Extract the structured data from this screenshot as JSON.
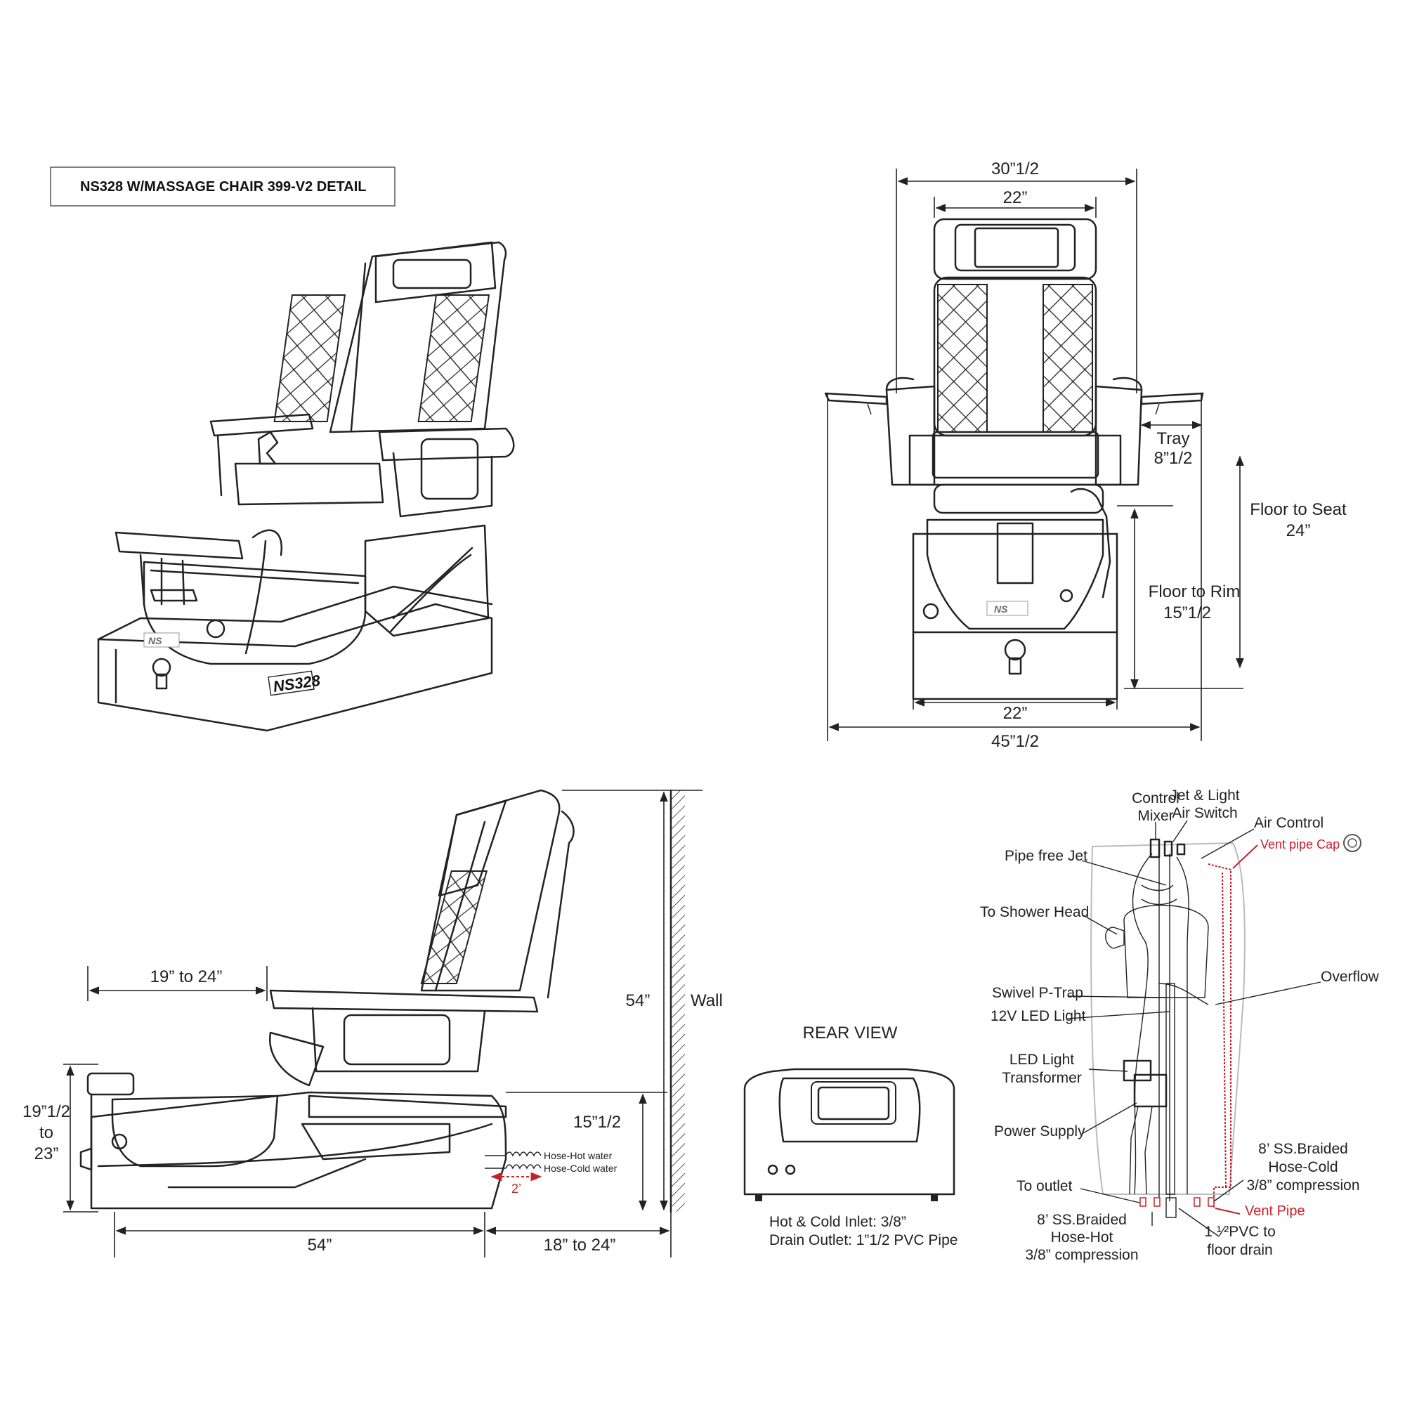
{
  "title": "NS328  W/MASSAGE CHAIR 399-V2 DETAIL",
  "iso_view": {
    "model_plate": "NS328",
    "logo": "NS"
  },
  "front_view": {
    "logo": "NS",
    "dims": {
      "overall_top_width": "30”1/2",
      "seat_back_width": "22”",
      "tray_label": "Tray",
      "tray_value": "8”1/2",
      "floor_to_seat_label": "Floor to Seat",
      "floor_to_seat_value": "24”",
      "floor_to_rim_label": "Floor to Rim",
      "floor_to_rim_value": "15”1/2",
      "base_width": "22”",
      "overall_width": "45”1/2"
    }
  },
  "side_view": {
    "dims": {
      "footrest_reach": "19” to 24”",
      "height": "54”",
      "wall": "Wall",
      "rim_height": "15”1/2",
      "footrest_height_a": "19”1/2",
      "footrest_height_b": "to",
      "footrest_height_c": "23”",
      "length": "54”",
      "wall_clearance": "18” to 24”",
      "hose_hot": "Hose-Hot water",
      "hose_cold": "Hose-Cold water",
      "hose_length": "2’"
    }
  },
  "rear_view": {
    "title": "REAR VIEW",
    "note_1": "Hot & Cold Inlet: 3/8”",
    "note_2": "Drain Outlet: 1”1/2 PVC Pipe"
  },
  "plumbing": {
    "labels": {
      "control_mixer_1": "Control",
      "control_mixer_2": "Mixer",
      "jet_switch_1": "Jet & Light",
      "jet_switch_2": "Air Switch",
      "air_control": "Air Control",
      "vent_pipe_cap": "Vent pipe Cap",
      "pipe_free_jet": "Pipe free Jet",
      "shower_head": "To Shower Head",
      "overflow": "Overflow",
      "p_trap": "Swivel P-Trap",
      "led_light": "12V LED Light",
      "led_transformer_1": "LED Light",
      "led_transformer_2": "Transformer",
      "power_supply": "Power Supply",
      "to_outlet": "To outlet",
      "hose_hot_1": "8’ SS.Braided",
      "hose_hot_2": "Hose-Hot",
      "hose_hot_3": "3/8” compression",
      "hose_cold_1": "8’ SS.Braided",
      "hose_cold_2": "Hose-Cold",
      "hose_cold_3": "3/8” compression",
      "vent_pipe": "Vent Pipe",
      "pvc_1": "1 ¹⁄²PVC to",
      "pvc_2": "floor drain"
    },
    "colors": {
      "vent": "#c8202a",
      "lines": "#222222"
    }
  }
}
